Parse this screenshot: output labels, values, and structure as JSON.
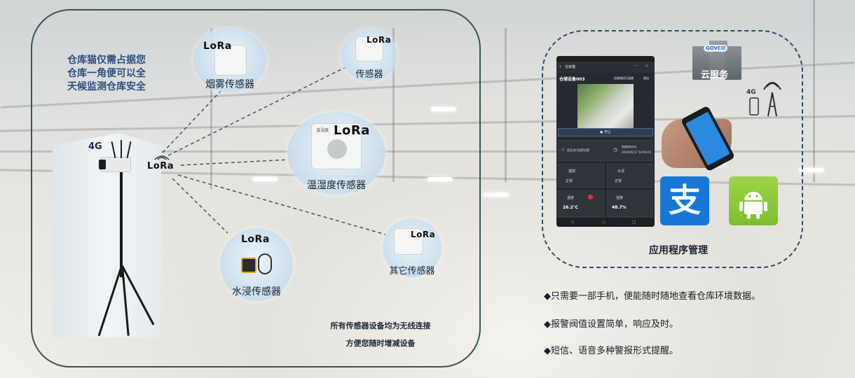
{
  "headline": {
    "line1": "仓库猫仅需占据您",
    "line2": "仓库一角便可以全",
    "line3": "天候监测仓库安全"
  },
  "gateway": {
    "badge_4g": "4G",
    "lora": "LoRa"
  },
  "sensors": [
    {
      "lora": "LoRa",
      "label": "烟雾传感器"
    },
    {
      "lora": "LoRa",
      "label": "传感器"
    },
    {
      "lora": "LoRa",
      "box_text": "温湿度",
      "label": "温湿度传感器"
    },
    {
      "lora": "LoRa",
      "label": "水浸传感器"
    },
    {
      "lora": "LoRa",
      "label": "其它传感器"
    }
  ],
  "bottom_note": {
    "line1": "所有传感器设备均为无线连接",
    "line2": "方便您随时增减设备"
  },
  "app": {
    "phone": {
      "app_name": "仓库猫",
      "device_name": "仓储设备003",
      "remote_status": "远程调试已连接",
      "exit_label": "退出",
      "stop_label": "停止",
      "alarm_label": "是否进行报警设置",
      "last_update_label": "数据更新时间",
      "last_update_time": "2019/05/17 14:00:01",
      "smoke_label": "烟感",
      "smoke_status": "正常",
      "water_label": "水浸",
      "water_status": "正常",
      "temp_label": "温度",
      "temp_value": "26.2℃",
      "humidity_label": "湿度",
      "humidity_value": "48.7%"
    },
    "cloud": {
      "brand": "GOVCO",
      "label": "云服务"
    },
    "signal_badge": "4G",
    "icon_alipay_glyph": "支",
    "title": "应用程序管理"
  },
  "features": [
    "◆只需要一部手机，便能随时随地查看仓库环境数据。",
    "◆报警阀值设置简单，响应及时。",
    "◆短信、语音多种警报形式提醒。"
  ],
  "colors": {
    "panel_border": "#375556",
    "headline": "#2e4f80",
    "alipay": "#1678d6",
    "android": "#8cc63f",
    "dashed_line": "#3d5a5a"
  }
}
